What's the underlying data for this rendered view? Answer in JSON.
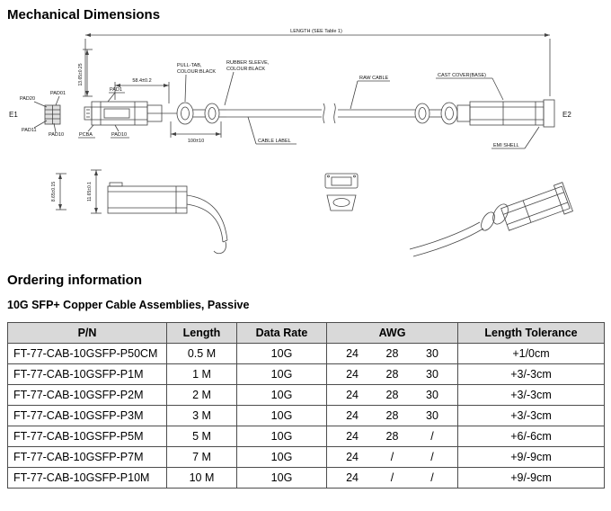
{
  "headings": {
    "mechanical": "Mechanical Dimensions",
    "ordering": "Ordering information",
    "subtitle": "10G SFP+ Copper Cable Assemblies, Passive"
  },
  "drawing": {
    "length_note": "LENGTH (SEE Table 1)",
    "e1": "E1",
    "e2": "E2",
    "pads": {
      "pad20": "PAD20",
      "pad01": "PAD01",
      "pad11": "PAD11",
      "pad10": "PAD10"
    },
    "pcb": {
      "pad1": "PAD1",
      "pcba": "PCBA",
      "pad10": "PAD10"
    },
    "dims": {
      "height": "13.65±0.25",
      "body_len": "58.4±0.2",
      "pulltab_len": "100±10",
      "side_h1": "8.65±0.15",
      "side_h2": "11.65±0.1"
    },
    "callouts": {
      "pull_tab_1": "PULL-TAB,",
      "pull_tab_2": "COLOUR:BLACK",
      "rubber_1": "RUBBER SLEEVE,",
      "rubber_2": "COLOUR:BLACK",
      "raw_cable": "RAW CABLE",
      "cast_cover": "CAST COVER(BASE)",
      "cable_label": "CABLE LABEL",
      "emi_shell": "EMI SHELL"
    }
  },
  "table": {
    "headers": {
      "pn": "P/N",
      "length": "Length",
      "rate": "Data Rate",
      "awg": "AWG",
      "tol": "Length Tolerance"
    },
    "rows": [
      {
        "pn": "FT-77-CAB-10GSFP-P50CM",
        "length": "0.5 M",
        "rate": "10G",
        "awg": [
          "24",
          "28",
          "30"
        ],
        "tol": "+1/0cm"
      },
      {
        "pn": "FT-77-CAB-10GSFP-P1M",
        "length": "1 M",
        "rate": "10G",
        "awg": [
          "24",
          "28",
          "30"
        ],
        "tol": "+3/-3cm"
      },
      {
        "pn": "FT-77-CAB-10GSFP-P2M",
        "length": "2 M",
        "rate": "10G",
        "awg": [
          "24",
          "28",
          "30"
        ],
        "tol": "+3/-3cm"
      },
      {
        "pn": "FT-77-CAB-10GSFP-P3M",
        "length": "3 M",
        "rate": "10G",
        "awg": [
          "24",
          "28",
          "30"
        ],
        "tol": "+3/-3cm"
      },
      {
        "pn": "FT-77-CAB-10GSFP-P5M",
        "length": "5 M",
        "rate": "10G",
        "awg": [
          "24",
          "28",
          "/"
        ],
        "tol": "+6/-6cm"
      },
      {
        "pn": "FT-77-CAB-10GSFP-P7M",
        "length": "7 M",
        "rate": "10G",
        "awg": [
          "24",
          "/",
          "/"
        ],
        "tol": "+9/-9cm"
      },
      {
        "pn": "FT-77-CAB-10GSFP-P10M",
        "length": "10 M",
        "rate": "10G",
        "awg": [
          "24",
          "/",
          "/"
        ],
        "tol": "+9/-9cm"
      }
    ]
  }
}
